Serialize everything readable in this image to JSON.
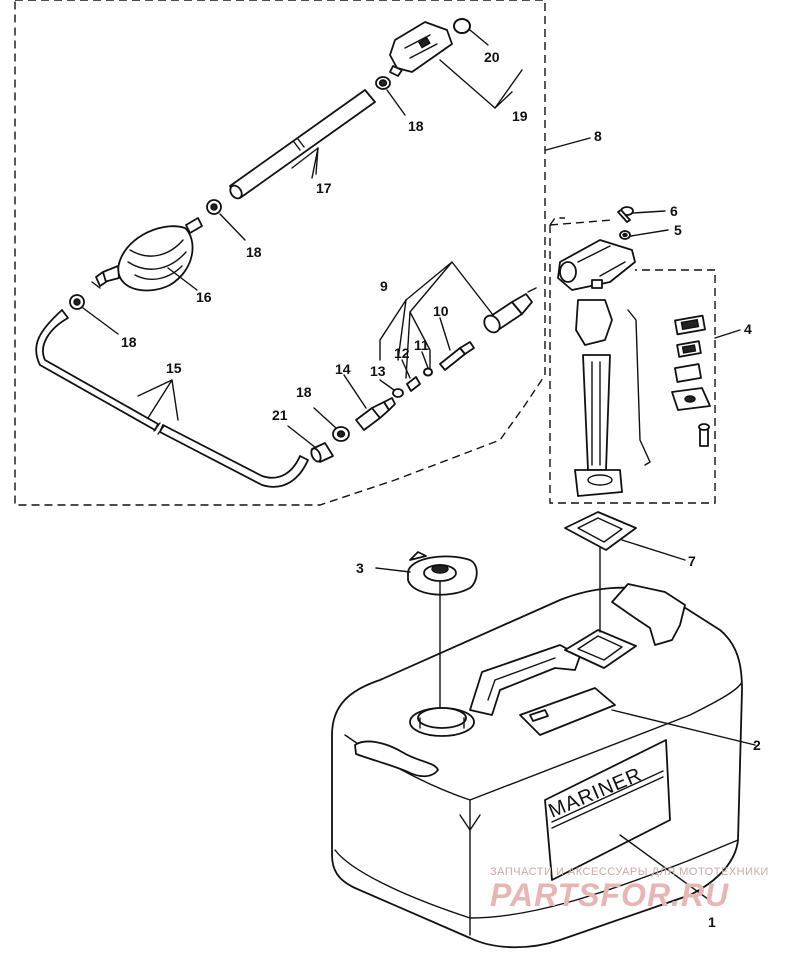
{
  "callouts": {
    "c1": "1",
    "c2": "2",
    "c3": "3",
    "c4": "4",
    "c5": "5",
    "c6": "6",
    "c7": "7",
    "c8": "8",
    "c9": "9",
    "c10": "10",
    "c11": "11",
    "c12": "12",
    "c13": "13",
    "c14": "14",
    "c15": "15",
    "c16": "16",
    "c17": "17",
    "c18a": "18",
    "c18b": "18",
    "c18c": "18",
    "c18d": "18",
    "c19": "19",
    "c20": "20",
    "c21": "21"
  },
  "tank_label": "MARINER",
  "watermark": {
    "tagline": "ЗАПЧАСТИ И АКСЕССУАРЫ ДЛЯ МОТОТЕХНИКИ",
    "logo": "PARTSFOR.RU"
  }
}
